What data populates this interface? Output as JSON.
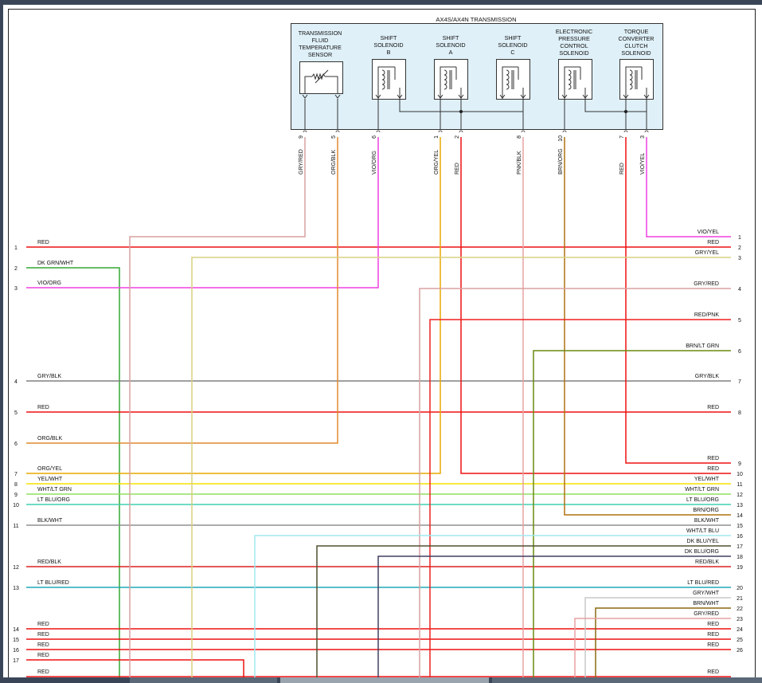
{
  "title": "AX4S/AX4N TRANSMISSION",
  "components": [
    {
      "key": "tft",
      "label": [
        "TRANSMISSION",
        "FLUID",
        "TEMPERATURE",
        "SENSOR"
      ],
      "icon": "thermistor-icon"
    },
    {
      "key": "ssb",
      "label": [
        "SHIFT",
        "SOLENOID",
        "B"
      ],
      "icon": "solenoid-coil-icon"
    },
    {
      "key": "ssa",
      "label": [
        "SHIFT",
        "SOLENOID",
        "A"
      ],
      "icon": "solenoid-coil-icon"
    },
    {
      "key": "ssc",
      "label": [
        "SHIFT",
        "SOLENOID",
        "C"
      ],
      "icon": "solenoid-coil-icon"
    },
    {
      "key": "epc",
      "label": [
        "ELECTRONIC",
        "PRESSURE",
        "CONTROL",
        "SOLENOID"
      ],
      "icon": "solenoid-coil-icon"
    },
    {
      "key": "tcc",
      "label": [
        "TORQUE",
        "CONVERTER",
        "CLUTCH",
        "SOLENOID"
      ],
      "icon": "solenoid-coil-icon"
    }
  ],
  "connector_pins": [
    {
      "pin": "9",
      "wire": "GRY/RED",
      "color": "#d9a0a0"
    },
    {
      "pin": "5",
      "wire": "ORG/BLK",
      "color": "#e08a2e"
    },
    {
      "pin": "6",
      "wire": "VIO/ORG",
      "color": "#f040e0"
    },
    {
      "pin": "1",
      "wire": "ORG/YEL",
      "color": "#e8a800"
    },
    {
      "pin": "2",
      "wire": "RED",
      "color": "#ee1111"
    },
    {
      "pin": "8",
      "wire": "PNK/BLK",
      "color": "#e8a0a0"
    },
    {
      "pin": "10",
      "wire": "BRN/ORG",
      "color": "#b07010"
    },
    {
      "pin": "7",
      "wire": "RED",
      "color": "#ee1111"
    },
    {
      "pin": "3",
      "wire": "VIO/YEL",
      "color": "#f040e0"
    }
  ],
  "left_wires": [
    {
      "num": "1",
      "label": "RED",
      "color": "#ee1111"
    },
    {
      "num": "2",
      "label": "DK GRN/WHT",
      "color": "#33a833"
    },
    {
      "num": "3",
      "label": "VIO/ORG",
      "color": "#f040e0"
    },
    {
      "num": "4",
      "label": "GRY/BLK",
      "color": "#808080"
    },
    {
      "num": "5",
      "label": "RED",
      "color": "#ee1111"
    },
    {
      "num": "6",
      "label": "ORG/BLK",
      "color": "#d08040"
    },
    {
      "num": "7",
      "label": "ORG/YEL",
      "color": "#f0a000"
    },
    {
      "num": "8",
      "label": "YEL/WHT",
      "color": "#f4e000"
    },
    {
      "num": "9",
      "label": "WHT/LT GRN",
      "color": "#90e060"
    },
    {
      "num": "10",
      "label": "LT BLU/ORG",
      "color": "#40d0b0"
    },
    {
      "num": "11",
      "label": "BLK/WHT",
      "color": "#909090"
    },
    {
      "num": "12",
      "label": "RED/BLK",
      "color": "#dd2020"
    },
    {
      "num": "13",
      "label": "LT BLU/RED",
      "color": "#20a8b8"
    },
    {
      "num": "14",
      "label": "RED",
      "color": "#ee1111"
    },
    {
      "num": "15",
      "label": "RED",
      "color": "#ee1111"
    },
    {
      "num": "16",
      "label": "RED",
      "color": "#ee1111"
    },
    {
      "num": "17",
      "label": "RED",
      "color": "#ee1111"
    },
    {
      "num": "",
      "label": "RED",
      "color": "#ee1111"
    }
  ],
  "right_wires": [
    {
      "num": "1",
      "label": "VIO/YEL",
      "color": "#f040e0"
    },
    {
      "num": "2",
      "label": "RED",
      "color": "#ee1111"
    },
    {
      "num": "3",
      "label": "GRY/YEL",
      "color": "#d8d080"
    },
    {
      "num": "4",
      "label": "GRY/RED",
      "color": "#d9a0a0"
    },
    {
      "num": "5",
      "label": "RED/PNK",
      "color": "#ee2020"
    },
    {
      "num": "6",
      "label": "BRN/LT GRN",
      "color": "#6a8a10"
    },
    {
      "num": "7",
      "label": "GRY/BLK",
      "color": "#808080"
    },
    {
      "num": "8",
      "label": "RED",
      "color": "#ee1111"
    },
    {
      "num": "9",
      "label": "RED",
      "color": "#ee1111"
    },
    {
      "num": "10",
      "label": "RED",
      "color": "#ee1111"
    },
    {
      "num": "11",
      "label": "YEL/WHT",
      "color": "#f4e000"
    },
    {
      "num": "12",
      "label": "WHT/LT GRN",
      "color": "#90e060"
    },
    {
      "num": "13",
      "label": "LT BLU/ORG",
      "color": "#40d0b0"
    },
    {
      "num": "14",
      "label": "BRN/ORG",
      "color": "#b07010"
    },
    {
      "num": "15",
      "label": "BLK/WHT",
      "color": "#909090"
    },
    {
      "num": "16",
      "label": "WHT/LT BLU",
      "color": "#a0e8f0"
    },
    {
      "num": "17",
      "label": "DK BLU/YEL",
      "color": "#505030"
    },
    {
      "num": "18",
      "label": "DK BLU/ORG",
      "color": "#404060"
    },
    {
      "num": "19",
      "label": "RED/BLK",
      "color": "#dd2020"
    },
    {
      "num": "20",
      "label": "LT BLU/RED",
      "color": "#20a8b8"
    },
    {
      "num": "21",
      "label": "GRY/WHT",
      "color": "#c8c8c8"
    },
    {
      "num": "22",
      "label": "BRN/WHT",
      "color": "#8a6a10"
    },
    {
      "num": "23",
      "label": "GRY/RED",
      "color": "#e8a0a0"
    },
    {
      "num": "24",
      "label": "RED",
      "color": "#ee1111"
    },
    {
      "num": "25",
      "label": "RED",
      "color": "#ee1111"
    },
    {
      "num": "26",
      "label": "RED",
      "color": "#ee1111"
    },
    {
      "num": "",
      "label": "RED",
      "color": "#ee1111"
    }
  ]
}
